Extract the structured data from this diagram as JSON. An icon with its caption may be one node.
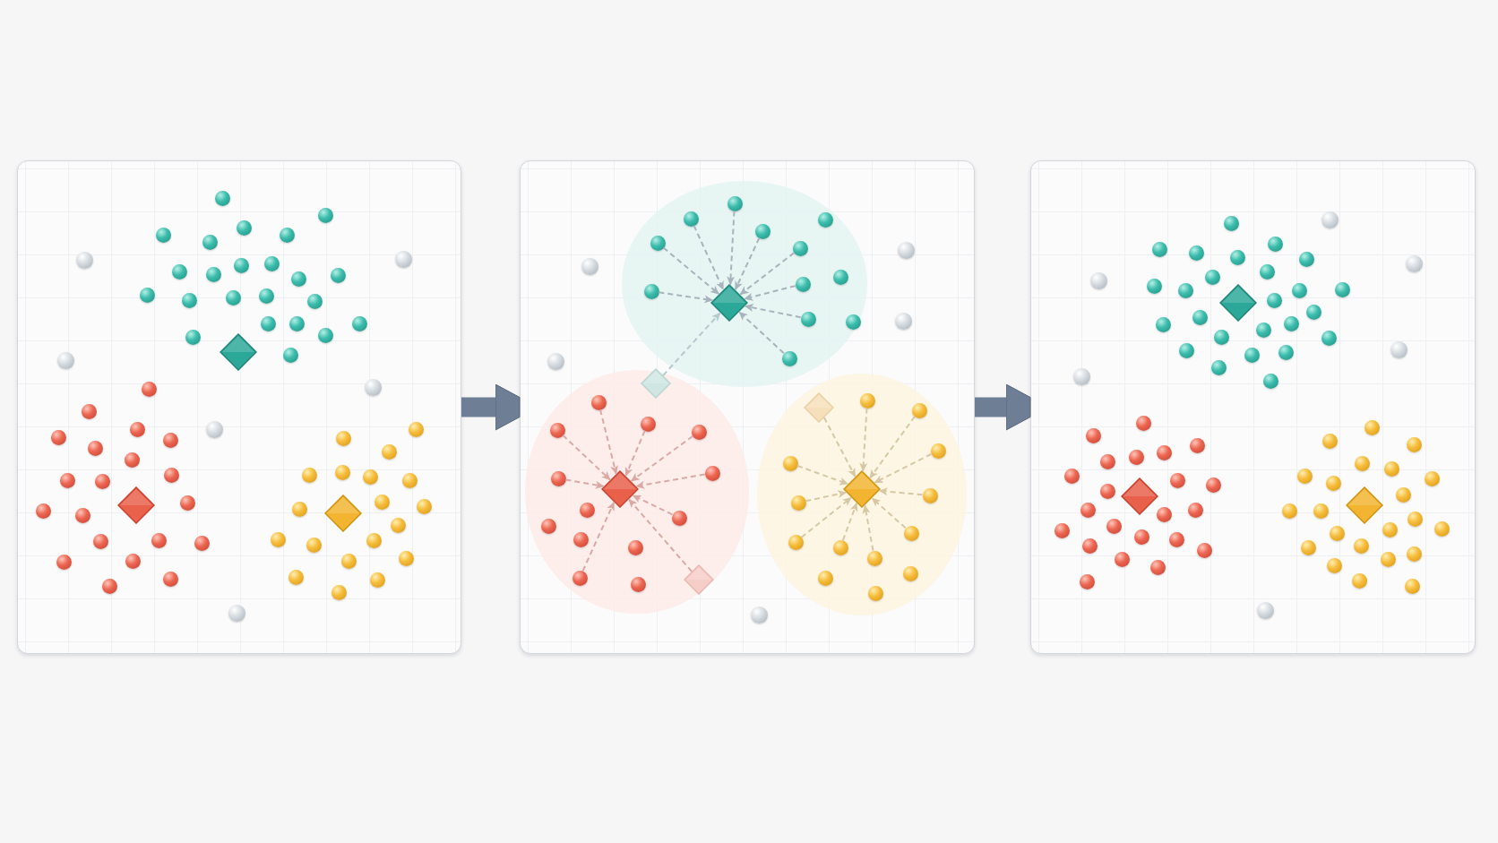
{
  "diagram": {
    "nodes": [
      {
        "text": [],
        "shape": "box"
      },
      {
        "text": [],
        "shape": "box"
      },
      {
        "text": [],
        "shape": "box"
      },
      {
        "text": [],
        "shape": "circle",
        "in": 1
      },
      {
        "text": [],
        "shape": "circle",
        "in": 1
      },
      {
        "text": [],
        "shape": "circle",
        "in": 1
      },
      {
        "text": [],
        "shape": "circle",
        "in": 1
      },
      {
        "text": [],
        "shape": "circle",
        "in": 1
      },
      {
        "text": [],
        "shape": "circle",
        "in": 1
      },
      {
        "text": [],
        "shape": "circle",
        "in": 1
      },
      {
        "text": [],
        "shape": "circle",
        "in": 1
      },
      {
        "text": [],
        "shape": "circle",
        "in": 1
      },
      {
        "text": [],
        "shape": "diamond",
        "in": 1
      },
      {
        "text": [],
        "shape": "diamond",
        "in": 1
      },
      {
        "text": [],
        "shape": "circle",
        "in": 1
      },
      {
        "text": [],
        "shape": "circle",
        "in": 1
      },
      {
        "text": [],
        "shape": "circle",
        "in": 1
      },
      {
        "text": [],
        "shape": "circle",
        "in": 1
      },
      {
        "text": [],
        "shape": "circle",
        "in": 1
      },
      {
        "text": [],
        "shape": "circle",
        "in": 1
      },
      {
        "text": [],
        "shape": "circle",
        "in": 1
      },
      {
        "text": [],
        "shape": "circle",
        "in": 1
      },
      {
        "text": [],
        "shape": "diamond",
        "in": 1
      },
      {
        "text": [],
        "shape": "diamond",
        "in": 1
      },
      {
        "text": [],
        "shape": "circle",
        "in": 1
      },
      {
        "text": [],
        "shape": "circle",
        "in": 1
      },
      {
        "text": [],
        "shape": "circle",
        "in": 1
      },
      {
        "text": [],
        "shape": "circle",
        "in": 1
      },
      {
        "text": [],
        "shape": "circle",
        "in": 1
      },
      {
        "text": [],
        "shape": "circle",
        "in": 1
      },
      {
        "text": [],
        "shape": "circle",
        "in": 1
      },
      {
        "text": [],
        "shape": "circle",
        "in": 1
      },
      {
        "text": [],
        "shape": "circle",
        "in": 1
      },
      {
        "text": [],
        "shape": "circle",
        "in": 1
      },
      {
        "text": [],
        "shape": "diamond",
        "in": 1
      },
      {
        "text": [],
        "shape": "diamond",
        "in": 1
      },
      {
        "text": [],
        "shape": "circle",
        "in": 1
      },
      {
        "text": [],
        "shape": "circle",
        "in": 1
      },
      {
        "text": [],
        "shape": "circle",
        "in": 1
      },
      {
        "text": [],
        "shape": "circle",
        "in": 1
      },
      {
        "text": [],
        "shape": "circle",
        "in": 1
      },
      {
        "text": [],
        "shape": "circle",
        "in": 1
      },
      {
        "text": [],
        "shape": "circle",
        "in": 1
      },
      {
        "text": [],
        "shape": "circle",
        "in": 1
      },
      {
        "text": [],
        "shape": "circle",
        "in": 1
      },
      {
        "text": [],
        "shape": "circle",
        "in": 1
      },
      {
        "text": [],
        "shape": "circle",
        "in": 1
      },
      {
        "text": [],
        "shape": "circle",
        "in": 1
      },
      {
        "text": [],
        "shape": "circle",
        "in": 1
      },
      {
        "text": [],
        "shape": "circle",
        "in": 1
      },
      {
        "text": [],
        "shape": "circle",
        "in": 1
      },
      {
        "text": [],
        "shape": "circle",
        "in": 1
      }
    ],
    "edges": [
      {
        "from": 0,
        "to": 1,
        "arrow": "to",
        "style": "thick",
        "color": "#6e7f95"
      },
      {
        "from": 1,
        "to": 2,
        "arrow": "to",
        "style": "thick",
        "color": "#6e7f95"
      },
      {
        "from": 3,
        "to": 12,
        "arrow": "to",
        "style": "dashed"
      },
      {
        "from": 4,
        "to": 12,
        "arrow": "to",
        "style": "dashed"
      },
      {
        "from": 5,
        "to": 12,
        "arrow": "to",
        "style": "dashed"
      },
      {
        "from": 6,
        "to": 12,
        "arrow": "to",
        "style": "dashed"
      },
      {
        "from": 7,
        "to": 12,
        "arrow": "to",
        "style": "dashed"
      },
      {
        "from": 8,
        "to": 12,
        "arrow": "to",
        "style": "dashed"
      },
      {
        "from": 9,
        "to": 12,
        "arrow": "to",
        "style": "dashed"
      },
      {
        "from": 10,
        "to": 12,
        "arrow": "to",
        "style": "dashed"
      },
      {
        "from": 11,
        "to": 12,
        "arrow": "to",
        "style": "dashed"
      },
      {
        "from": 13,
        "to": 12,
        "arrow": "to",
        "style": "dashed",
        "color": "#b5c9ce"
      },
      {
        "from": 14,
        "to": 22,
        "arrow": "to",
        "style": "dashed",
        "color": "#d9aaa5"
      },
      {
        "from": 15,
        "to": 22,
        "arrow": "to",
        "style": "dashed",
        "color": "#d9aaa5"
      },
      {
        "from": 16,
        "to": 22,
        "arrow": "to",
        "style": "dashed",
        "color": "#d9aaa5"
      },
      {
        "from": 17,
        "to": 22,
        "arrow": "to",
        "style": "dashed",
        "color": "#d9aaa5"
      },
      {
        "from": 18,
        "to": 22,
        "arrow": "to",
        "style": "dashed",
        "color": "#d9aaa5"
      },
      {
        "from": 19,
        "to": 22,
        "arrow": "to",
        "style": "dashed",
        "color": "#d9aaa5"
      },
      {
        "from": 20,
        "to": 22,
        "arrow": "to",
        "style": "dashed",
        "color": "#d9aaa5"
      },
      {
        "from": 21,
        "to": 22,
        "arrow": "to",
        "style": "dashed",
        "color": "#d9aaa5"
      },
      {
        "from": 23,
        "to": 22,
        "arrow": "to",
        "style": "dashed",
        "color": "#d9aaa5"
      },
      {
        "from": 24,
        "to": 34,
        "arrow": "to",
        "style": "dashed",
        "color": "#d6c8a4"
      },
      {
        "from": 25,
        "to": 34,
        "arrow": "to",
        "style": "dashed",
        "color": "#d6c8a4"
      },
      {
        "from": 26,
        "to": 34,
        "arrow": "to",
        "style": "dashed",
        "color": "#d6c8a4"
      },
      {
        "from": 27,
        "to": 34,
        "arrow": "to",
        "style": "dashed",
        "color": "#d6c8a4"
      },
      {
        "from": 28,
        "to": 34,
        "arrow": "to",
        "style": "dashed",
        "color": "#d6c8a4"
      },
      {
        "from": 29,
        "to": 34,
        "arrow": "to",
        "style": "dashed",
        "color": "#d6c8a4"
      },
      {
        "from": 30,
        "to": 34,
        "arrow": "to",
        "style": "dashed",
        "color": "#d6c8a4"
      },
      {
        "from": 31,
        "to": 34,
        "arrow": "to",
        "style": "dashed",
        "color": "#d6c8a4"
      },
      {
        "from": 32,
        "to": 34,
        "arrow": "to",
        "style": "dashed",
        "color": "#d6c8a4"
      },
      {
        "from": 33,
        "to": 34,
        "arrow": "to",
        "style": "dashed",
        "color": "#d6c8a4"
      },
      {
        "from": 35,
        "to": 34,
        "arrow": "to",
        "style": "dashed",
        "color": "#d6c8a4"
      }
    ]
  }
}
